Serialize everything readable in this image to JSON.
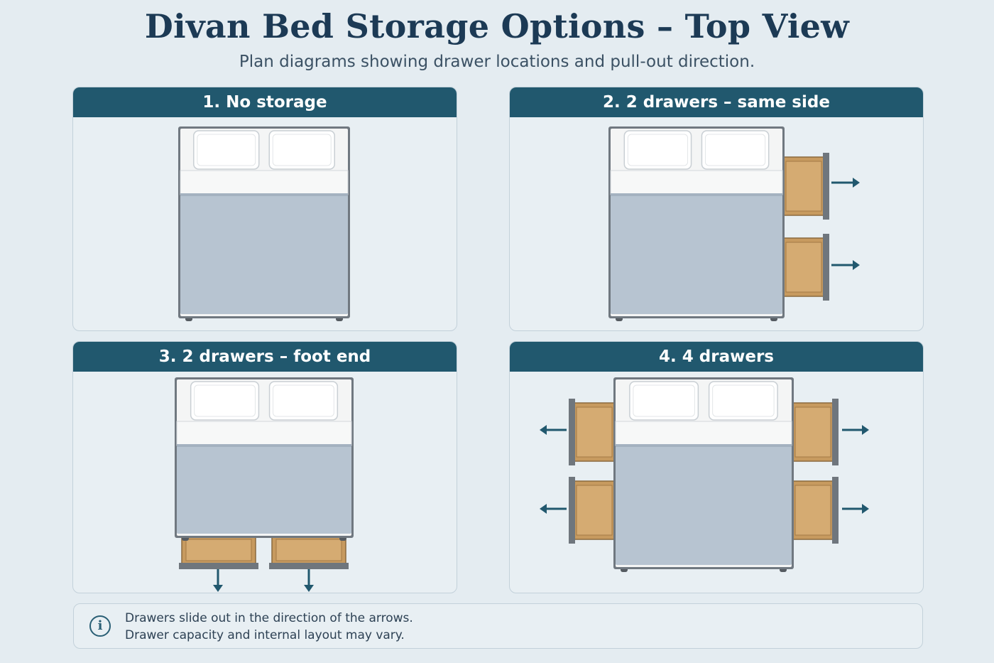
{
  "title": "Divan Bed Storage Options – Top View",
  "subtitle": "Plan diagrams showing drawer locations and pull-out direction.",
  "panels": [
    {
      "label": "1. No storage"
    },
    {
      "label": "2. 2 drawers – same side"
    },
    {
      "label": "3. 2 drawers – foot end"
    },
    {
      "label": "4. 4 drawers"
    }
  ],
  "note": {
    "icon": "info-icon",
    "line1": "Drawers slide out in the direction of the arrows.",
    "line2": "Drawer capacity and internal layout may vary."
  },
  "colors": {
    "header": "#21586e",
    "arrow": "#21586e",
    "bedFrame": "#707880",
    "duvet": "#b7c4d1",
    "sheet": "#f4f5f5",
    "drawerWood": "#c79a5f",
    "drawerFrame": "#6f767d"
  }
}
